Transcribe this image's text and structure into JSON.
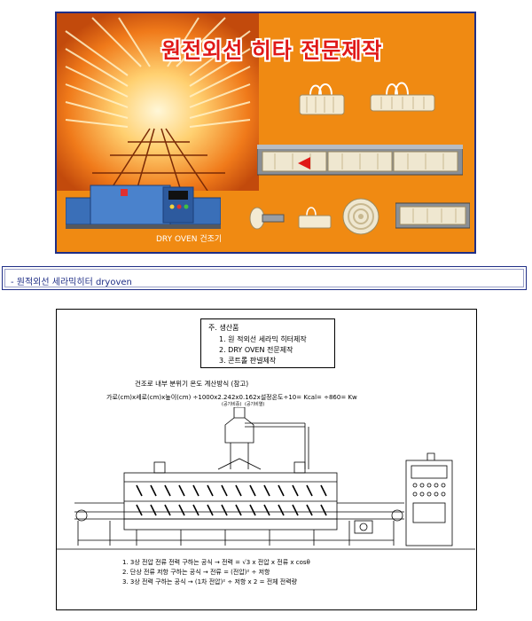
{
  "banner": {
    "title": "원전외선 히타 전문제작",
    "oven_caption": "DRY OVEN 건조기"
  },
  "caption": {
    "text": "- 원적외선 세라믹히터 dryoven"
  },
  "drawing": {
    "products": {
      "title": "주. 생산품",
      "items": [
        "1. 원 적외선 세라믹 히터제작",
        "2. DRY OVEN 전문제작",
        "3. 콘트롤 판넬제작"
      ]
    },
    "calc_title": "건조로 내부 분위기 온도 계산방식 (참고)",
    "formula": "가로(cm)x세로(cm)x높이(cm) ÷1000x2.242x0.162x설정온도÷10= Kcal= ÷860= Kw",
    "formula_sub1": "(공기비중)",
    "formula_sub2": "(공기비열)",
    "notes": [
      "1. 3상 전압 전류 전력 구하는 공식 → 전력 = √3 x 전압 x 전류 x cosθ",
      "2. 단상 전류 저항 구하는 공식 → 전류 = (전압)² ÷ 저항",
      "3. 3상 전력 구하는 공식 → (1차 전압)² ÷ 저항 x 2 = 전체 전력량"
    ]
  },
  "colors": {
    "banner_bg": "#f08a12",
    "title_red": "#e01818",
    "frame_blue": "#1f2e86",
    "oven_blue": "#3a6fb8"
  }
}
